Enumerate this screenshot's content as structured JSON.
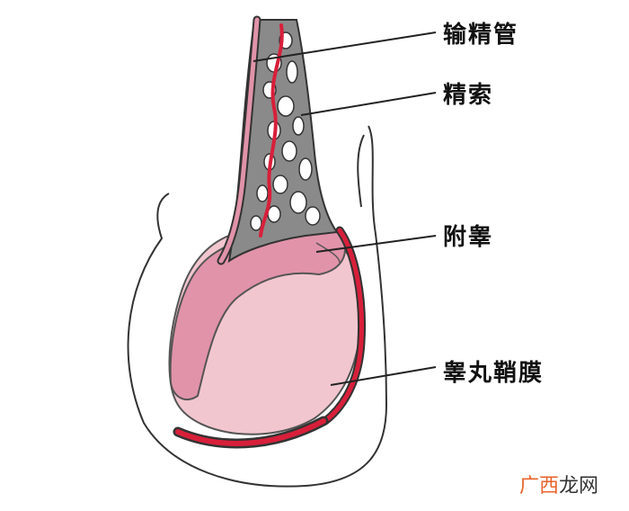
{
  "labels": {
    "vas_deferens": "输精管",
    "spermatic_cord": "精索",
    "epididymis": "附睾",
    "tunica_vaginalis": "睾丸鞘膜"
  },
  "watermark": {
    "part1": "广西",
    "part2": "龙网"
  },
  "colors": {
    "testis_fill": "#f2c6cf",
    "epididymis_fill": "#e193a9",
    "vessel_red": "#d81f3a",
    "cord_gray": "#8a8a8a",
    "outline": "#333333",
    "watermark_orange": "#e8632b"
  }
}
